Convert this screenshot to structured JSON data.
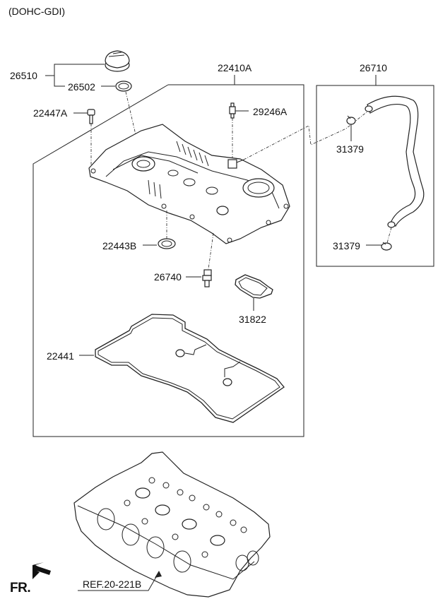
{
  "header": {
    "variant": "(DOHC-GDI)"
  },
  "parts": {
    "oil_filler_cap_assy": "26510",
    "oil_filler_cap_gasket": "26502",
    "bolt": "22447A",
    "rocker_cover_assy": "22410A",
    "pcv_valve_fitting": "29246A",
    "breather_hose_assy": "26710",
    "hose_clamp_upper": "31379",
    "hose_clamp_lower": "31379",
    "seal_ring": "22443B",
    "pcv_valve": "26740",
    "gasket_small": "31822",
    "rocker_cover_gasket": "22441"
  },
  "reference": {
    "label": "REF.20-221B"
  },
  "orientation": {
    "label": "FR."
  }
}
